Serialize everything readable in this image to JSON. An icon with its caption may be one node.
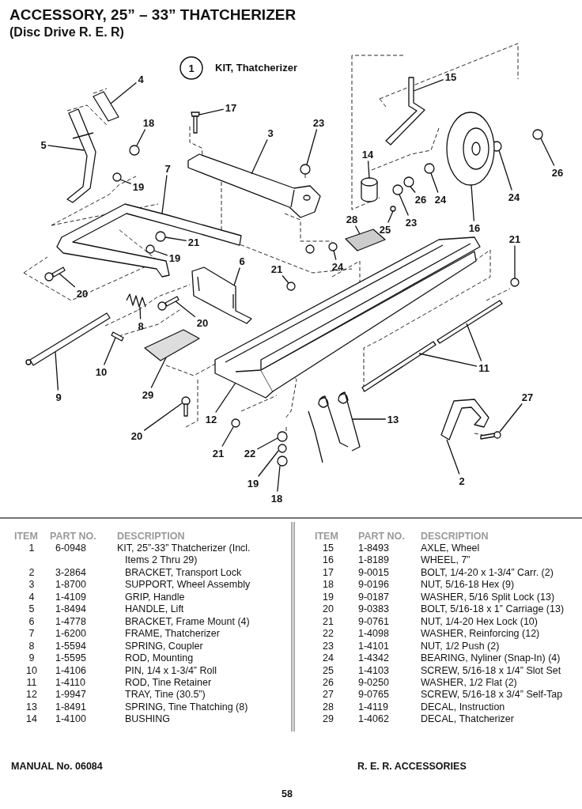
{
  "diagram": {
    "title": "ACCESSORY, 25” – 33” THATCHERIZER",
    "nodes": [
      {
        "text": [
          "1"
        ],
        "beside": [
          "KIT, Thatcherizer"
        ]
      },
      {
        "text": [
          "4"
        ]
      },
      {
        "text": [
          "17"
        ]
      },
      {
        "text": [
          "18"
        ]
      },
      {
        "text": [
          "5"
        ]
      },
      {
        "text": [
          "3"
        ]
      },
      {
        "text": [
          "23"
        ]
      },
      {
        "text": [
          "15"
        ]
      },
      {
        "text": [
          "19"
        ]
      },
      {
        "text": [
          "7"
        ]
      },
      {
        "text": [
          "14"
        ]
      },
      {
        "text": [
          "26"
        ]
      },
      {
        "text": [
          "24"
        ]
      },
      {
        "text": [
          "26"
        ]
      },
      {
        "text": [
          "24"
        ]
      },
      {
        "text": [
          "23"
        ]
      },
      {
        "text": [
          "25"
        ]
      },
      {
        "text": [
          "28"
        ]
      },
      {
        "text": [
          "16"
        ]
      },
      {
        "text": [
          "21"
        ]
      },
      {
        "text": [
          "19"
        ]
      },
      {
        "text": [
          "21"
        ]
      },
      {
        "text": [
          "6"
        ]
      },
      {
        "text": [
          "24"
        ]
      },
      {
        "text": [
          "21"
        ]
      },
      {
        "text": [
          "20"
        ]
      },
      {
        "text": [
          "20"
        ]
      },
      {
        "text": [
          "8"
        ]
      },
      {
        "text": [
          "10"
        ]
      },
      {
        "text": [
          "11"
        ]
      },
      {
        "text": [
          "9"
        ]
      },
      {
        "text": [
          "29"
        ]
      },
      {
        "text": [
          "12"
        ]
      },
      {
        "text": [
          "13"
        ]
      },
      {
        "text": [
          "27"
        ]
      },
      {
        "text": [
          "20"
        ]
      },
      {
        "text": [
          "21"
        ]
      },
      {
        "text": [
          "22"
        ]
      },
      {
        "text": [
          "19"
        ]
      },
      {
        "text": [
          "18"
        ]
      },
      {
        "text": [
          "2"
        ]
      },
      {
        "text": [],
        "shape": "picture"
      },
      {
        "text": [],
        "shape": "picture"
      },
      {
        "text": [],
        "shape": "circle"
      },
      {
        "text": [],
        "shape": "picture"
      },
      {
        "text": [],
        "shape": "picture"
      },
      {
        "text": [],
        "shape": "circle"
      },
      {
        "text": [],
        "shape": "picture"
      },
      {
        "text": [],
        "shape": "circle"
      },
      {
        "text": [],
        "shape": "picture"
      },
      {
        "text": [],
        "shape": "cylinder"
      },
      {
        "text": [],
        "shape": "circle"
      },
      {
        "text": [],
        "shape": "circle"
      },
      {
        "text": [],
        "shape": "circle"
      },
      {
        "text": [],
        "shape": "circle"
      },
      {
        "text": [],
        "shape": "circle"
      },
      {
        "text": [],
        "shape": "circle"
      },
      {
        "text": [],
        "shape": "picture"
      },
      {
        "text": [],
        "shape": "picture"
      },
      {
        "text": [],
        "shape": "circle"
      },
      {
        "text": [],
        "shape": "circle"
      },
      {
        "text": [],
        "shape": "circle"
      },
      {
        "text": [],
        "shape": "picture"
      },
      {
        "text": [],
        "shape": "circle"
      },
      {
        "text": [],
        "shape": "circle"
      },
      {
        "text": [],
        "shape": "picture"
      },
      {
        "text": [],
        "shape": "picture"
      },
      {
        "text": [],
        "shape": "picture"
      },
      {
        "text": [],
        "shape": "bar"
      },
      {
        "text": [],
        "shape": "bar"
      },
      {
        "text": [],
        "shape": "bar"
      },
      {
        "text": [],
        "shape": "bar"
      },
      {
        "text": [],
        "shape": "picture"
      },
      {
        "text": [],
        "shape": "picture"
      },
      {
        "text": [],
        "shape": "picture"
      },
      {
        "text": [],
        "shape": "bar"
      },
      {
        "text": [],
        "shape": "picture"
      },
      {
        "text": [],
        "shape": "circle"
      },
      {
        "text": [],
        "shape": "circle"
      },
      {
        "text": [],
        "shape": "circle"
      },
      {
        "text": [],
        "shape": "circle"
      },
      {
        "text": [],
        "shape": "picture"
      }
    ],
    "edges": [
      {
        "from": 1,
        "to": 41,
        "arrow": "none"
      },
      {
        "from": 2,
        "to": 42,
        "arrow": "none"
      },
      {
        "from": 3,
        "to": 43,
        "arrow": "none"
      },
      {
        "from": 4,
        "to": 44,
        "arrow": "none"
      },
      {
        "from": 5,
        "to": 45,
        "arrow": "none"
      },
      {
        "from": 6,
        "to": 46,
        "arrow": "none"
      },
      {
        "from": 7,
        "to": 47,
        "arrow": "none"
      },
      {
        "from": 8,
        "to": 48,
        "arrow": "none"
      },
      {
        "from": 9,
        "to": 49,
        "arrow": "none"
      },
      {
        "from": 10,
        "to": 50,
        "arrow": "none"
      },
      {
        "from": 11,
        "to": 51,
        "arrow": "none"
      },
      {
        "from": 12,
        "to": 52,
        "arrow": "none"
      },
      {
        "from": 13,
        "to": 53,
        "arrow": "none"
      },
      {
        "from": 14,
        "to": 54,
        "arrow": "none"
      },
      {
        "from": 15,
        "to": 55,
        "arrow": "none"
      },
      {
        "from": 16,
        "to": 56,
        "arrow": "none"
      },
      {
        "from": 17,
        "to": 57,
        "arrow": "none"
      },
      {
        "from": 18,
        "to": 58,
        "arrow": "none"
      },
      {
        "from": 19,
        "to": 59,
        "arrow": "none"
      },
      {
        "from": 20,
        "to": 60,
        "arrow": "none"
      },
      {
        "from": 21,
        "to": 61,
        "arrow": "none"
      },
      {
        "from": 22,
        "to": 62,
        "arrow": "none"
      },
      {
        "from": 23,
        "to": 63,
        "arrow": "none"
      },
      {
        "from": 24,
        "to": 64,
        "arrow": "none"
      },
      {
        "from": 25,
        "to": 65,
        "arrow": "none"
      },
      {
        "from": 26,
        "to": 66,
        "arrow": "none"
      },
      {
        "from": 27,
        "to": 67,
        "arrow": "none"
      },
      {
        "from": 28,
        "to": 68,
        "arrow": "none"
      },
      {
        "from": 29,
        "to": 69,
        "arrow": "none"
      },
      {
        "from": 29,
        "to": 70,
        "arrow": "none"
      },
      {
        "from": 30,
        "to": 71,
        "arrow": "none"
      },
      {
        "from": 31,
        "to": 72,
        "arrow": "none"
      },
      {
        "from": 32,
        "to": 73,
        "arrow": "none"
      },
      {
        "from": 33,
        "to": 74,
        "arrow": "none"
      },
      {
        "from": 34,
        "to": 75,
        "arrow": "none"
      },
      {
        "from": 35,
        "to": 76,
        "arrow": "none"
      },
      {
        "from": 36,
        "to": 77,
        "arrow": "none"
      },
      {
        "from": 37,
        "to": 78,
        "arrow": "none"
      },
      {
        "from": 38,
        "to": 79,
        "arrow": "none"
      },
      {
        "from": 39,
        "to": 80,
        "arrow": "none"
      },
      {
        "from": 40,
        "to": 81,
        "arrow": "none"
      }
    ],
    "labels": [
      "(Disc Drive R. E. R)",
      "ITEM",
      "PART NO.",
      "DESCRIPTION",
      "1",
      "6-0948",
      "KIT, 25”-33” Thatcherizer (Incl. Items 2 Thru 29)",
      "2",
      "3-2864",
      "BRACKET, Transport Lock",
      "3",
      "1-8700",
      "SUPPORT, Wheel Assembly",
      "4",
      "1-4109",
      "GRIP, Handle",
      "5",
      "1-8494",
      "HANDLE, Lift",
      "6",
      "1-4778",
      "BRACKET, Frame Mount (4)",
      "7",
      "1-6200",
      "FRAME, Thatcherizer",
      "8",
      "1-5594",
      "SPRING, Coupler",
      "9",
      "1-5595",
      "ROD, Mounting",
      "10",
      "1-4106",
      "PIN, 1/4 x 1-3/4” Roll",
      "11",
      "1-4110",
      "ROD, Tine Retainer",
      "12",
      "1-9947",
      "TRAY, Tine (30.5”)",
      "13",
      "1-8491",
      "SPRING, Tine Thatching (8)",
      "14",
      "1-4100",
      "BUSHING",
      "ITEM",
      "PART NO.",
      "DESCRIPTION",
      "15",
      "1-8493",
      "AXLE, Wheel",
      "16",
      "1-8189",
      "WHEEL, 7”",
      "17",
      "9-0015",
      "BOLT, 1/4-20 x 1-3/4” Carr. (2)",
      "18",
      "9-0196",
      "NUT, 5/16-18 Hex (9)",
      "19",
      "9-0187",
      "WASHER, 5/16 Split Lock (13)",
      "20",
      "9-0383",
      "BOLT, 5/16-18 x 1” Carriage (13)",
      "21",
      "9-0761",
      "NUT, 1/4-20 Hex Lock (10)",
      "22",
      "1-4098",
      "WASHER, Reinforcing (12)",
      "23",
      "1-4101",
      "NUT, 1/2 Push (2)",
      "24",
      "1-4342",
      "BEARING, Nyliner (Snap-In) (4)",
      "25",
      "1-4103",
      "SCREW, 5/16-18 x 1/4” Slot Set",
      "26",
      "9-0250",
      "WASHER, 1/2 Flat (2)",
      "27",
      "9-0765",
      "SCREW, 5/16-18 x 3/4” Self-Tap",
      "28",
      "1-4119",
      "DECAL, Instruction",
      "29",
      "1-4062",
      "DECAL, Thatcherizer",
      "MANUAL No. 06084",
      "R. E. R. ACCESSORIES",
      "58"
    ]
  }
}
